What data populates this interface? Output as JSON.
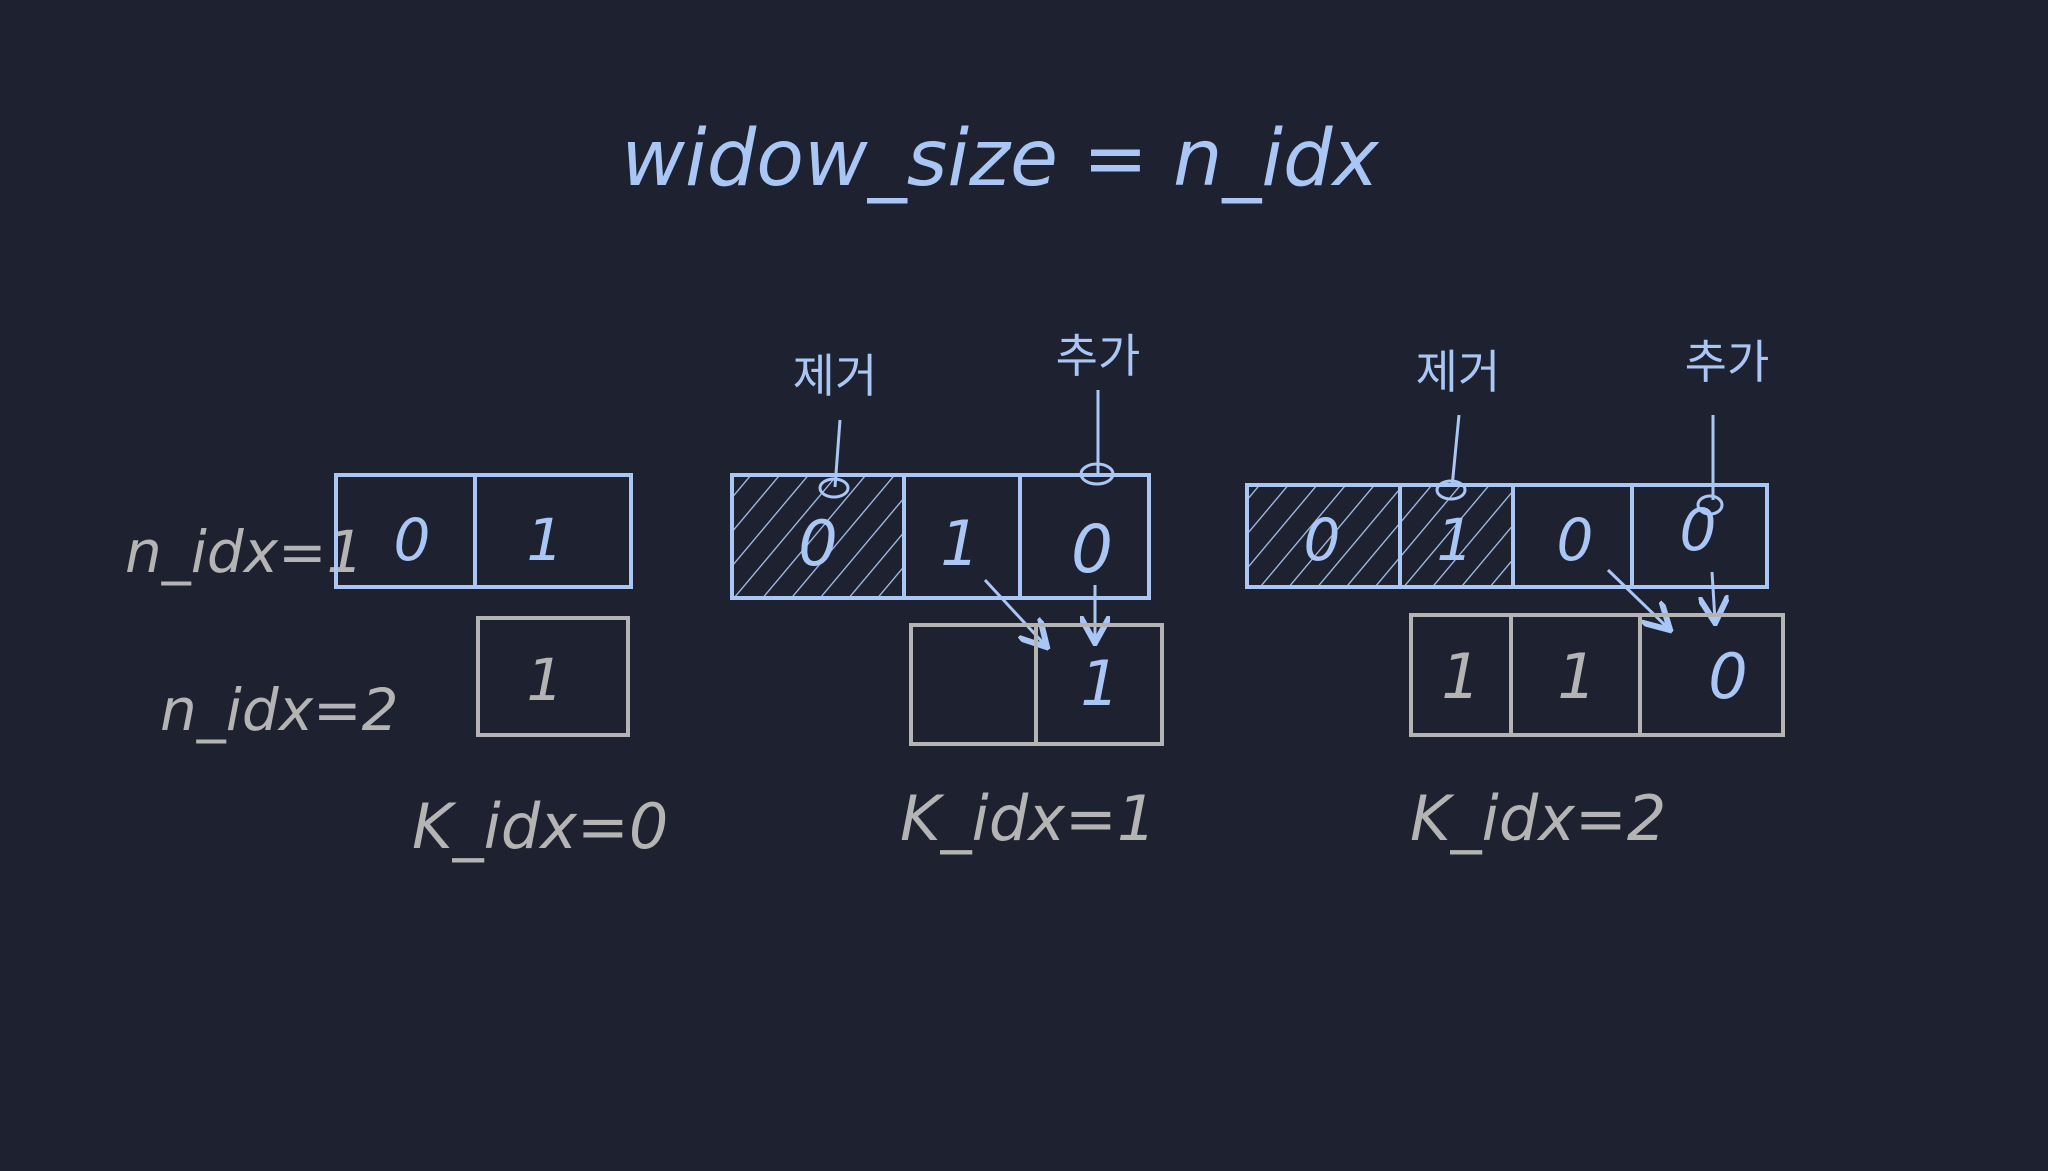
{
  "colors": {
    "background": "#1e2230",
    "blue": "#a9c6f5",
    "gray": "#b4b4b4"
  },
  "title": "widow_size = n_idx",
  "row_labels": {
    "n1": "n_idx=1",
    "n2": "n_idx=2"
  },
  "annotations": {
    "remove": "제거",
    "add": "추가"
  },
  "panels": [
    {
      "label": "K_idx=0",
      "n1_cells": [
        "0",
        "1"
      ],
      "n2_cells": [
        "1"
      ]
    },
    {
      "label": "K_idx=1",
      "n1_cells": [
        "0",
        "1",
        "0"
      ],
      "n1_hatched": [
        0
      ],
      "n2_cells": [
        "",
        "1"
      ]
    },
    {
      "label": "K_idx=2",
      "n1_cells": [
        "0",
        "1",
        "0",
        "0"
      ],
      "n1_hatched": [
        0,
        1
      ],
      "n2_cells": [
        "1",
        "1",
        "0"
      ]
    }
  ]
}
